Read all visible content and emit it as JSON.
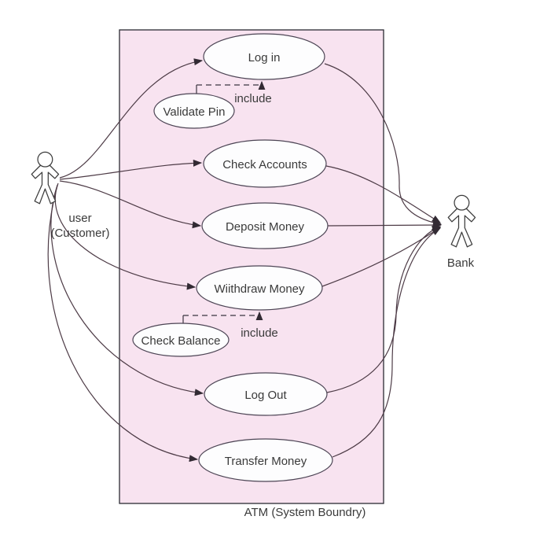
{
  "boundary": {
    "label": "ATM (System Boundry)"
  },
  "actors": {
    "user": {
      "line1": "user",
      "line2": "(Customer)"
    },
    "bank": {
      "label": "Bank"
    }
  },
  "use_cases": {
    "log_in": "Log in",
    "validate_pin": "Validate Pin",
    "check_accounts": "Check Accounts",
    "deposit_money": "Deposit Money",
    "wiithdraw_money": "Wiithdraw Money",
    "check_balance": "Check Balance",
    "log_out": "Log Out",
    "transfer_money": "Transfer Money"
  },
  "relations": {
    "include_1": "include",
    "include_2": "include"
  },
  "colors": {
    "boundary_fill": "#f8e3f0",
    "boundary_stroke": "#2b2b33",
    "edge_line": "#4d3b46",
    "ellipse_fill": "#fdfdfe",
    "ellipse_stroke": "#4c4454",
    "text": "#3a3a3a"
  }
}
